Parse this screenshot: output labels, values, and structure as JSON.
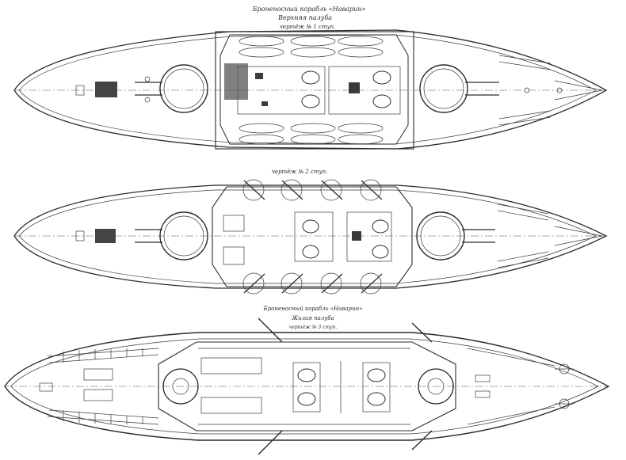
{
  "colors": {
    "paper": "#ffffff",
    "ink": "#2b2b2b"
  },
  "drawings": [
    {
      "id": "upper-deck",
      "caption_lines": [
        "Броненосный корабль «Наварин»",
        "Верхняя палуба",
        "чертёж № 1 ступ."
      ]
    },
    {
      "id": "battery-deck",
      "caption_lines": [
        "",
        "чертёж № 2 ступ."
      ]
    },
    {
      "id": "main-deck",
      "caption_lines": [
        "Броненосный корабль «Наварин»",
        "Жилая палуба",
        "чертёж № 3 ступ."
      ]
    }
  ]
}
